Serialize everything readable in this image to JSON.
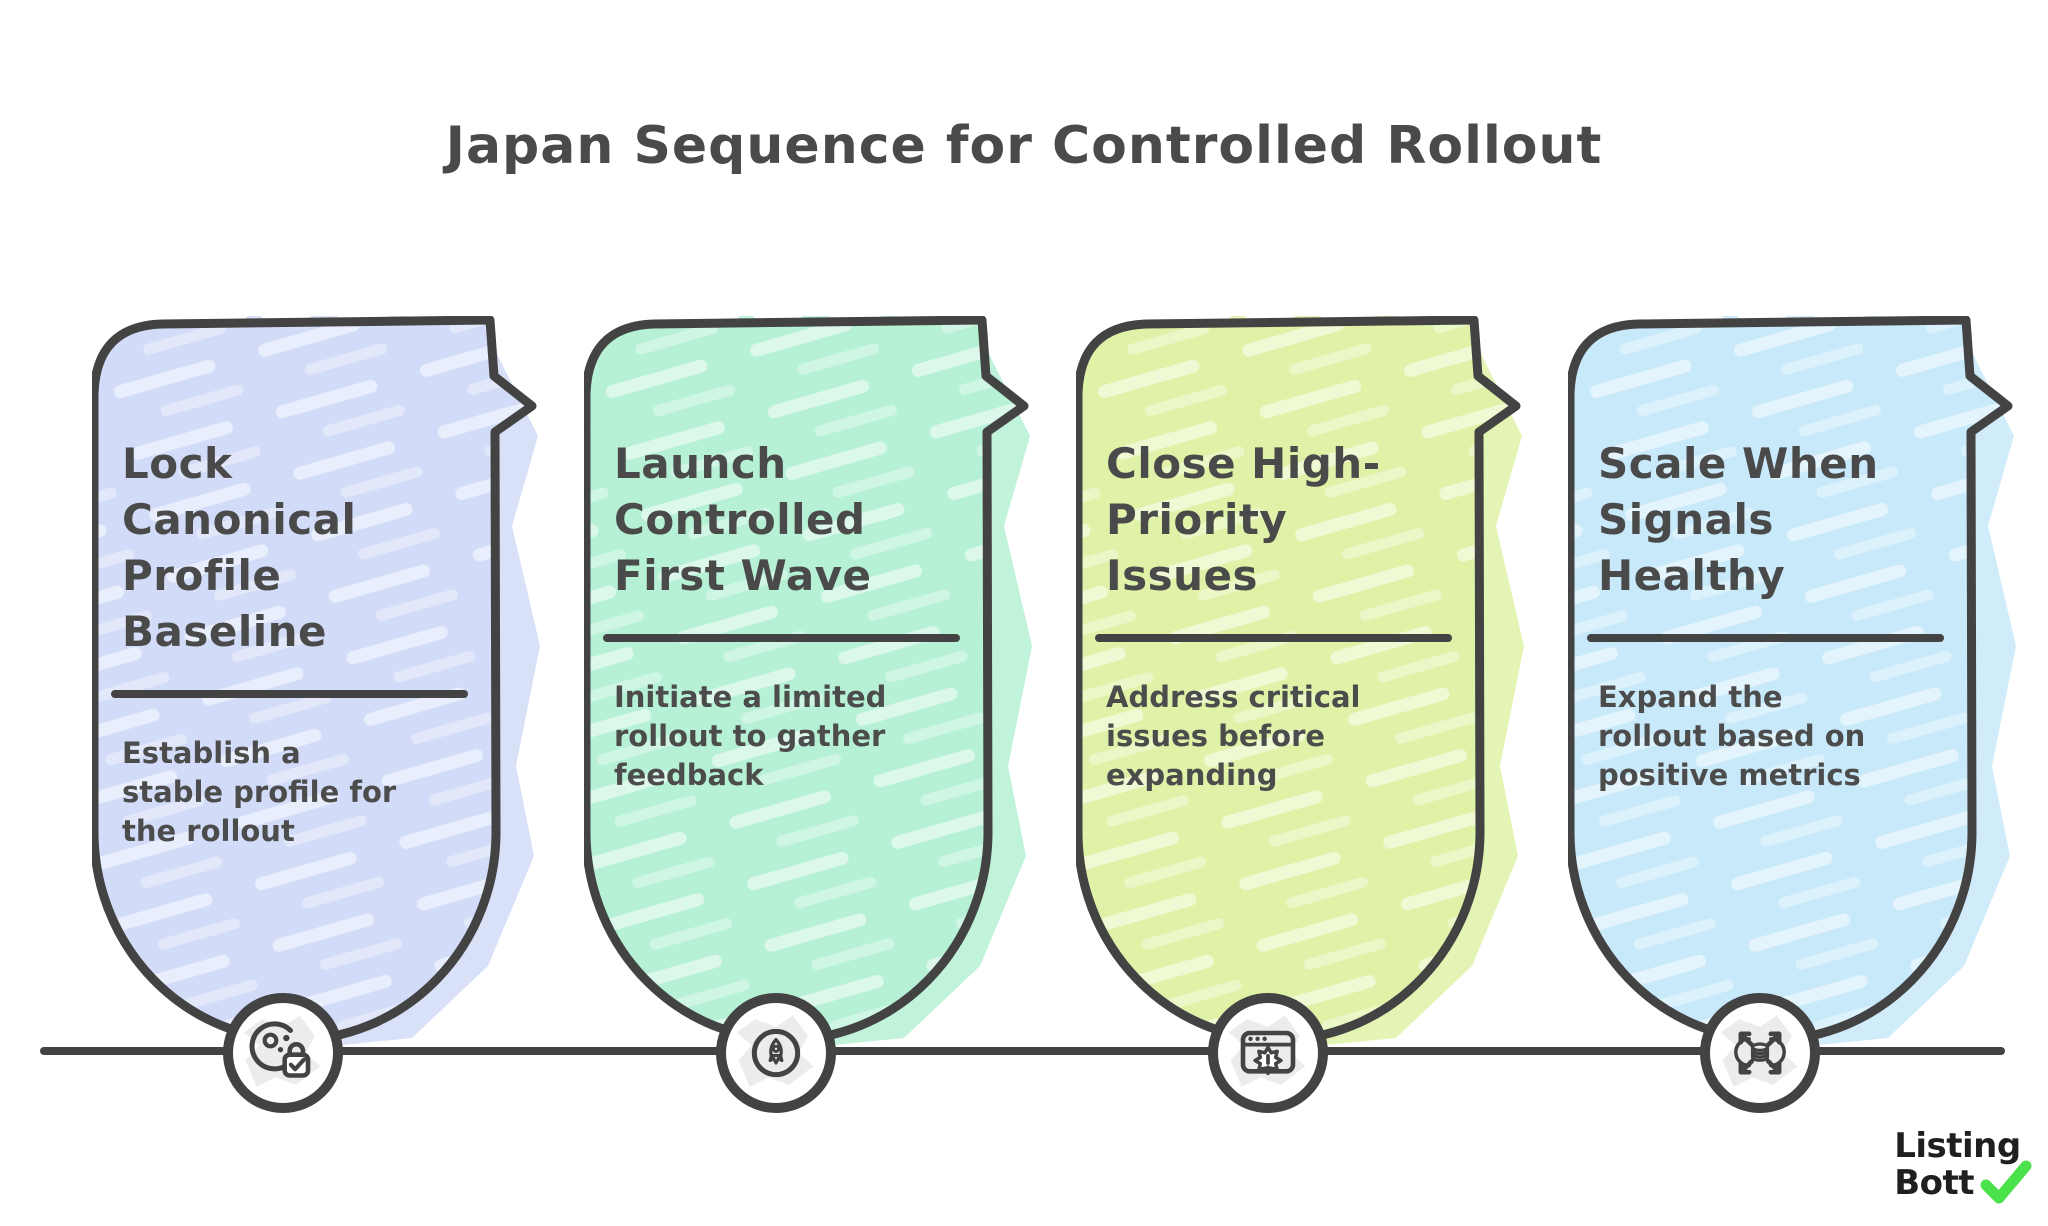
{
  "title": "Japan Sequence for Controlled Rollout",
  "steps": [
    {
      "title": "Lock\nCanonical\nProfile\nBaseline",
      "description": "Establish a\nstable profile for\nthe rollout",
      "color": "#d2dcf8",
      "icon": "profile-lock-icon"
    },
    {
      "title": "Launch\nControlled\nFirst Wave",
      "description": "Initiate a limited\nrollout to gather\nfeedback",
      "color": "#b6f1d5",
      "icon": "rocket-icon"
    },
    {
      "title": "Close High-\nPriority\nIssues",
      "description": "Address critical\nissues before\nexpanding",
      "color": "#dff2a7",
      "icon": "issue-alert-icon"
    },
    {
      "title": "Scale When\nSignals\nHealthy",
      "description": "Expand the\nrollout based on\npositive metrics",
      "color": "#c8e9f9",
      "icon": "scale-out-icon"
    }
  ],
  "colors": {
    "outline": "#434343",
    "title_text": "#4a4a4a",
    "body_text": "#4c4c4c",
    "timeline": "#424242",
    "background": "#ffffff"
  },
  "logo": {
    "line1": "Listing",
    "line2": "Bott",
    "check_color": "#4ce24c"
  }
}
